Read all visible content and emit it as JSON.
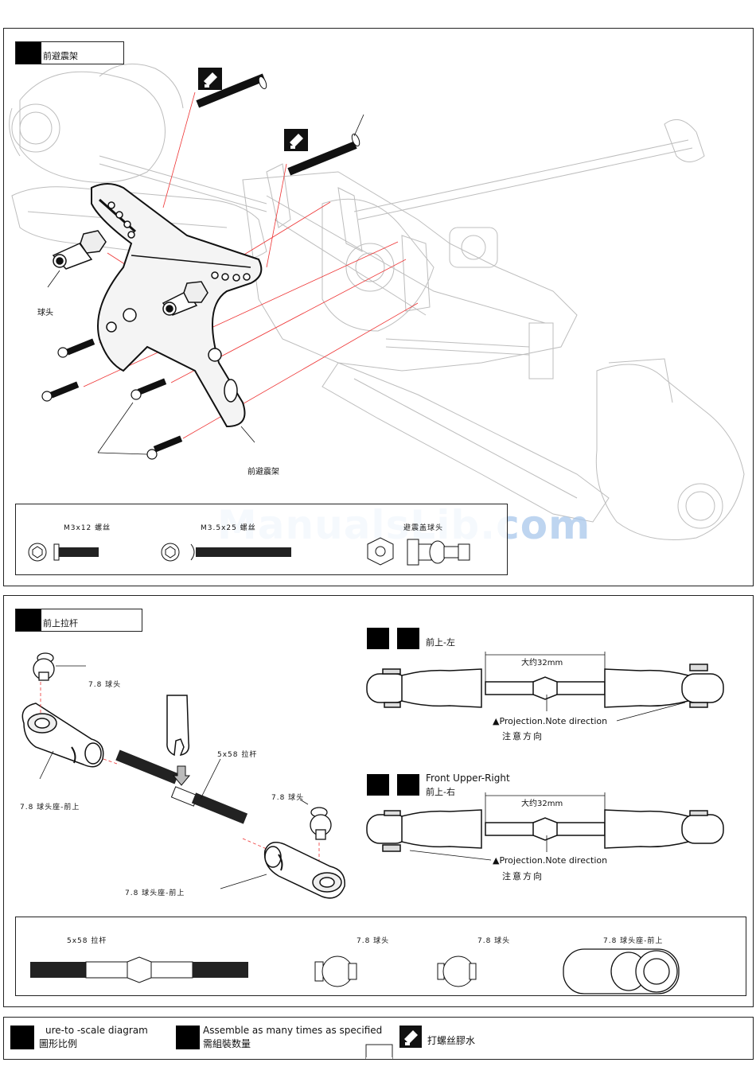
{
  "section1": {
    "title": "前避震架",
    "labels": {
      "ball_head": "球头",
      "shock_tower": "前避震架"
    },
    "parts": [
      {
        "name": "M3x12 螺丝"
      },
      {
        "name": "M3.5x25 螺丝"
      },
      {
        "name": "避震盖球头"
      }
    ],
    "watermark": "ManualsLib.com"
  },
  "section2": {
    "title": "前上拉杆",
    "labels": {
      "ball_78_a": "7.8 球头",
      "ball_cup_a": "7.8 球头座-前上",
      "rod": "5x58 拉杆",
      "ball_78_b": "7.8 球头",
      "ball_cup_b": "7.8 球头座-前上"
    },
    "left_link": {
      "title": "前上-左",
      "dimension": "大约32mm",
      "note_en": "▲Projection.Note direction",
      "note_cn": "注意方向"
    },
    "right_link": {
      "title_en": "Front Upper-Right",
      "title_cn": "前上-右",
      "dimension": "大约32mm",
      "note_en": "▲Projection.Note direction",
      "note_cn": "注意方向"
    },
    "parts": [
      {
        "name": "5x58 拉杆"
      },
      {
        "name": "7.8 球头"
      },
      {
        "name": "7.8 球头"
      },
      {
        "name": "7.8 球头座-前上"
      }
    ]
  },
  "footer": {
    "scale_en": "ure-to -scale diagram",
    "scale_cn": "圖形比例",
    "assemble_en": "Assemble as many times as specified",
    "assemble_cn": "需組裝数量",
    "glue": "打螺丝膠水"
  }
}
